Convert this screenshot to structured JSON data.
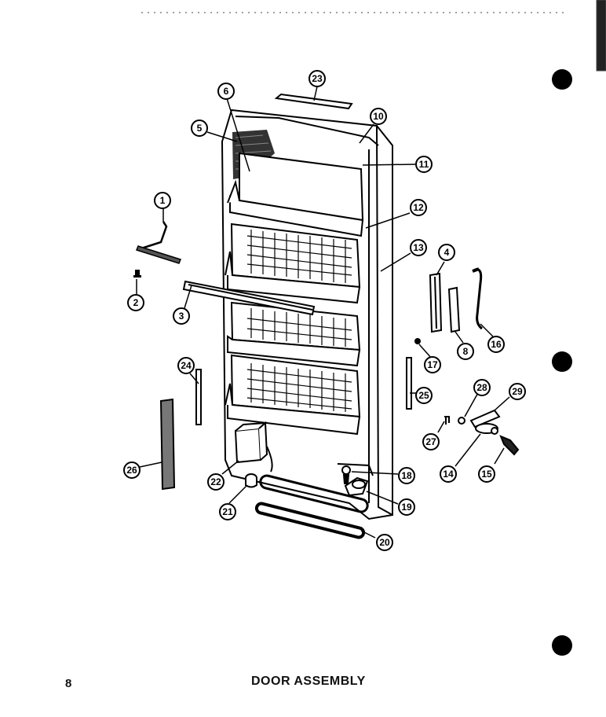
{
  "page": {
    "number": "8",
    "title": "DOOR ASSEMBLY"
  },
  "callouts": {
    "c1": "1",
    "c2": "2",
    "c3": "3",
    "c4": "4",
    "c5": "5",
    "c6": "6",
    "c8": "8",
    "c10": "10",
    "c11": "11",
    "c12": "12",
    "c13": "13",
    "c14": "14",
    "c15": "15",
    "c16": "16",
    "c17": "17",
    "c18": "18",
    "c19": "19",
    "c20": "20",
    "c21": "21",
    "c22": "22",
    "c23": "23",
    "c24": "24",
    "c25": "25",
    "c26": "26",
    "c27": "27",
    "c28": "28",
    "c29": "29"
  }
}
